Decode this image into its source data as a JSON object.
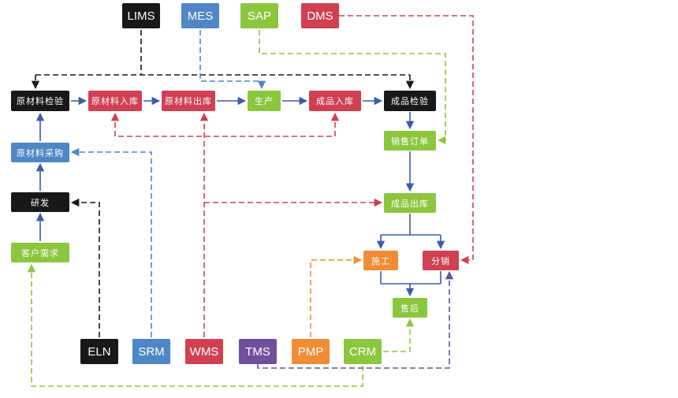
{
  "colors": {
    "box_black": "#17181a",
    "box_red": "#d04052",
    "box_blue": "#4e86c6",
    "box_green": "#8cc63e",
    "box_orange": "#f08c33",
    "box_purple": "#6f4f9e",
    "flow_arrow": "#3a5da9",
    "link_black": "#1a1a1a",
    "link_blue": "#4e86c6",
    "link_green": "#8cc63e",
    "link_red": "#d04052",
    "link_orange": "#f08c33",
    "link_purple": "#5b55a5"
  },
  "nodes": {
    "lims": {
      "label": "LIMS"
    },
    "mes": {
      "label": "MES"
    },
    "sap": {
      "label": "SAP"
    },
    "dms": {
      "label": "DMS"
    },
    "eln": {
      "label": "ELN"
    },
    "srm": {
      "label": "SRM"
    },
    "wms": {
      "label": "WMS"
    },
    "tms": {
      "label": "TMS"
    },
    "pmp": {
      "label": "PMP"
    },
    "crm": {
      "label": "CRM"
    },
    "raw_inspect": {
      "label": "原材料检验"
    },
    "raw_in": {
      "label": "原材料入库"
    },
    "raw_out": {
      "label": "原材料出库"
    },
    "production": {
      "label": "生产"
    },
    "finished_in": {
      "label": "成品入库"
    },
    "finished_inspect": {
      "label": "成品检验"
    },
    "sales_order": {
      "label": "销售订单"
    },
    "finished_out": {
      "label": "成品出库"
    },
    "construction": {
      "label": "施工"
    },
    "distribution": {
      "label": "分销"
    },
    "after_sales": {
      "label": "售后"
    },
    "procurement": {
      "label": "原材料采购"
    },
    "rnd": {
      "label": "研发"
    },
    "customer_demand": {
      "label": "客户需求"
    }
  },
  "edges": [
    {
      "from": "raw_inspect",
      "to": "raw_in",
      "style": "solid"
    },
    {
      "from": "raw_in",
      "to": "raw_out",
      "style": "solid"
    },
    {
      "from": "raw_out",
      "to": "production",
      "style": "solid"
    },
    {
      "from": "production",
      "to": "finished_in",
      "style": "solid"
    },
    {
      "from": "finished_in",
      "to": "finished_inspect",
      "style": "solid"
    },
    {
      "from": "finished_inspect",
      "to": "sales_order",
      "style": "solid"
    },
    {
      "from": "sales_order",
      "to": "finished_out",
      "style": "solid"
    },
    {
      "from": "finished_out",
      "to": "construction",
      "style": "solid"
    },
    {
      "from": "finished_out",
      "to": "distribution",
      "style": "solid"
    },
    {
      "from": "construction",
      "to": "after_sales",
      "style": "solid"
    },
    {
      "from": "distribution",
      "to": "after_sales",
      "style": "solid"
    },
    {
      "from": "procurement",
      "to": "raw_inspect",
      "style": "solid"
    },
    {
      "from": "rnd",
      "to": "procurement",
      "style": "solid"
    },
    {
      "from": "customer_demand",
      "to": "rnd",
      "style": "solid"
    },
    {
      "from": "lims",
      "to": "raw_inspect",
      "style": "dashed",
      "color": "link_black"
    },
    {
      "from": "lims",
      "to": "finished_inspect",
      "style": "dashed",
      "color": "link_black"
    },
    {
      "from": "mes",
      "to": "production",
      "style": "dashed",
      "color": "link_blue"
    },
    {
      "from": "sap",
      "to": "sales_order",
      "style": "dashed",
      "color": "link_green"
    },
    {
      "from": "dms",
      "to": "distribution",
      "style": "dashed",
      "color": "link_red"
    },
    {
      "from": "wms",
      "to": "raw_in",
      "style": "dashed",
      "color": "link_red"
    },
    {
      "from": "wms",
      "to": "raw_out",
      "style": "dashed",
      "color": "link_red"
    },
    {
      "from": "wms",
      "to": "finished_in",
      "style": "dashed",
      "color": "link_red"
    },
    {
      "from": "wms",
      "to": "finished_out",
      "style": "dashed",
      "color": "link_red"
    },
    {
      "from": "tms",
      "to": "distribution",
      "style": "dashed",
      "color": "link_purple"
    },
    {
      "from": "pmp",
      "to": "construction",
      "style": "dashed",
      "color": "link_orange"
    },
    {
      "from": "crm",
      "to": "after_sales",
      "style": "dashed",
      "color": "link_green"
    },
    {
      "from": "crm",
      "to": "customer_demand",
      "style": "dashed",
      "color": "link_green"
    },
    {
      "from": "eln",
      "to": "rnd",
      "style": "dashed",
      "color": "link_black"
    },
    {
      "from": "srm",
      "to": "procurement",
      "style": "dashed",
      "color": "link_blue"
    }
  ]
}
